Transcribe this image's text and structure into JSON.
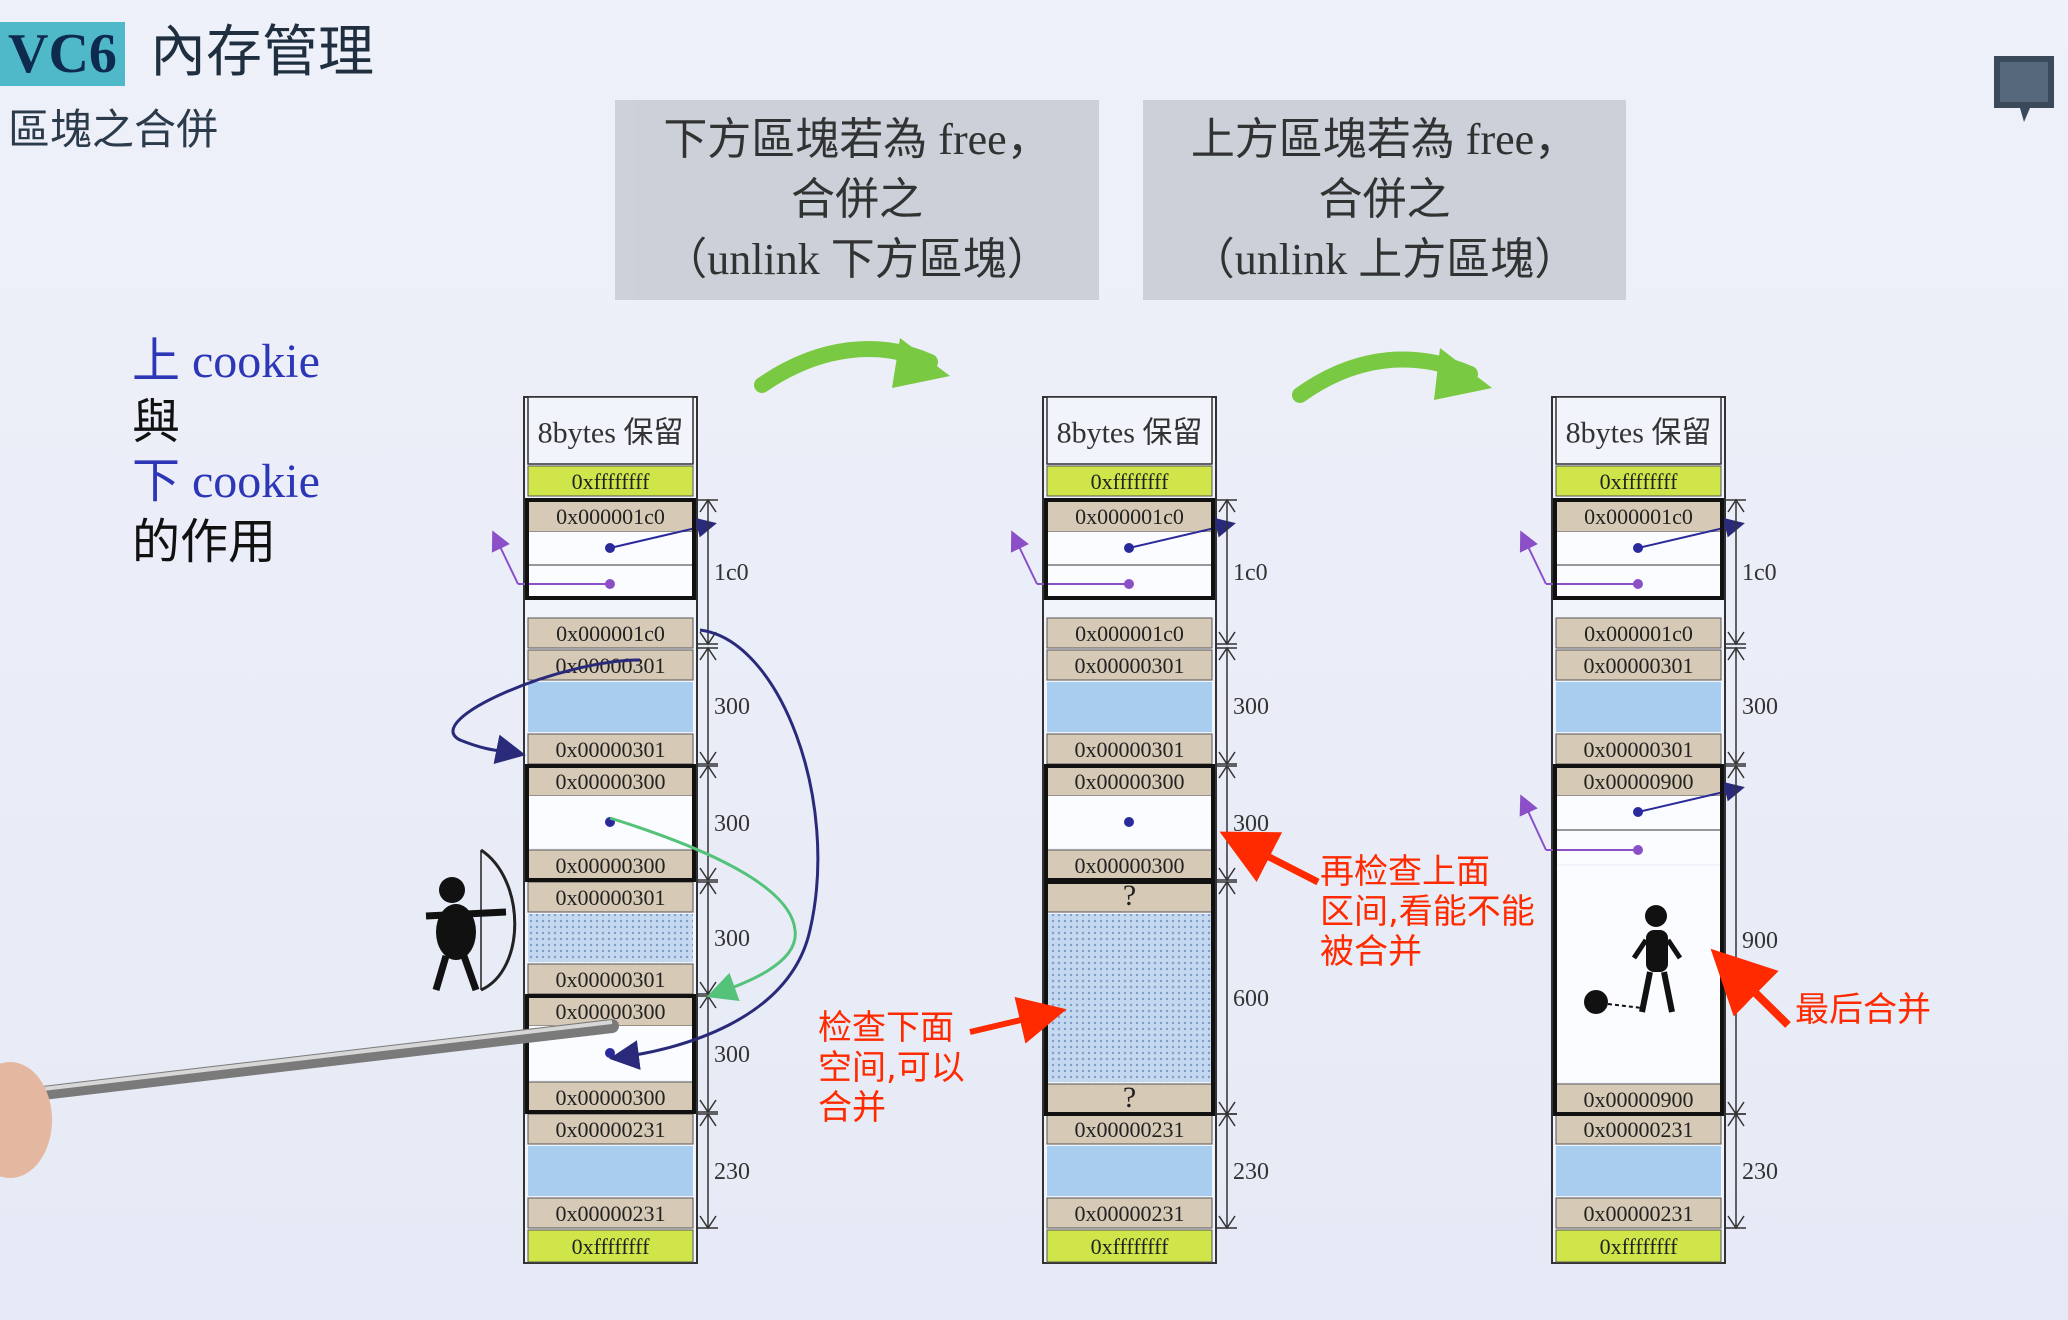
{
  "title": {
    "badge": "VC6",
    "rest": "內存管理"
  },
  "subtitle": "區塊之合併",
  "bubbles": [
    {
      "line1": "下方區塊若為 free，",
      "line2": "合併之",
      "line3": "（unlink 下方區塊）"
    },
    {
      "line1": "上方區塊若為 free，",
      "line2": "合併之",
      "line3": "（unlink 上方區塊）"
    }
  ],
  "cookie_note": {
    "up": "上 cookie",
    "and": "與",
    "down": "下 cookie",
    "role": "的作用"
  },
  "columns": [
    {
      "header": "8bytes 保留",
      "cells": [
        "0xffffffff",
        "0x000001c0",
        "0x000001c0",
        "0x00000301",
        "0x00000301",
        "0x00000300",
        "0x00000300",
        "0x00000301",
        "0x00000301",
        "0x00000300",
        "0x00000300",
        "0x00000231",
        "0x00000231",
        "0xffffffff"
      ],
      "sizes": [
        "1c0",
        "300",
        "300",
        "300",
        "300",
        "230"
      ]
    },
    {
      "header": "8bytes 保留",
      "cells": [
        "0xffffffff",
        "0x000001c0",
        "0x000001c0",
        "0x00000301",
        "0x00000301",
        "0x00000300",
        "0x00000300",
        "?",
        "?",
        "0x00000231",
        "0x00000231",
        "0xffffffff"
      ],
      "sizes": [
        "1c0",
        "300",
        "300",
        "600",
        "230"
      ]
    },
    {
      "header": "8bytes 保留",
      "cells": [
        "0xffffffff",
        "0x000001c0",
        "0x000001c0",
        "0x00000301",
        "0x00000301",
        "0x00000900",
        "0x00000900",
        "0x00000231",
        "0x00000231",
        "0xffffffff"
      ],
      "sizes": [
        "1c0",
        "300",
        "900",
        "230"
      ]
    }
  ],
  "annotations": {
    "check_below": [
      "检查下面",
      "空间,可以",
      "合并"
    ],
    "check_above": [
      "再检查上面",
      "区间,看能不能",
      "被合并"
    ],
    "final_merge": "最后合并"
  },
  "colors": {
    "accent": "#4fb9c9",
    "green_arrow": "#7ac943",
    "cookie_fill": "#d6cab6",
    "sentinel": "#cfe54a",
    "block_blue": "#a8cdee",
    "red_note": "#ff2a00"
  },
  "icons": [
    "book-icon",
    "archer-icon",
    "prisoner-icon",
    "pointer-stick"
  ]
}
